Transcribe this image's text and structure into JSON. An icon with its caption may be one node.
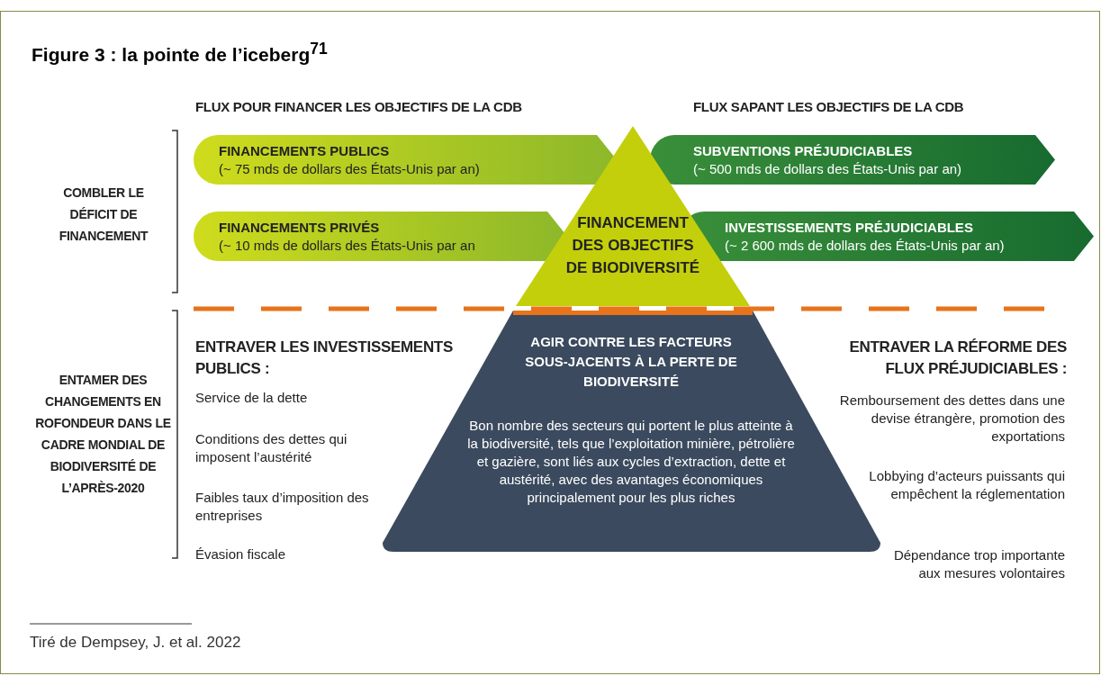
{
  "diagram": {
    "title": "Figure 3 : la pointe de l’iceberg$^{71}$",
    "caption": "Tiré de Dempsey, J. et al. 2022",
    "nodes": [
      {
        "text": [
          "FINANCEMENTS PUBLICS",
          "(~ 75 mds de dollars des États-Unis par an)"
        ]
      },
      {
        "text": [
          "FINANCEMENTS PRIVÉS",
          "(~ 10 mds de dollars des États-Unis par an"
        ]
      },
      {
        "text": [
          "FINANCEMENT DES OBJECTIFS DE BIODIVERSITÉ"
        ]
      },
      {
        "text": [
          "SUBVENTIONS PRÉJUDICIABLES",
          "(~ 500 mds de dollars des États-Unis par an)"
        ]
      },
      {
        "text": [
          "INVESTISSEMENTS PRÉJUDICIABLES",
          "(~ 2 600 mds de dollars des États-Unis par an)"
        ]
      },
      {
        "text": [
          "AGIR CONTRE LES FACTEURS SOUS-JACENTS À LA PERTE DE BIODIVERSITÉ",
          "Bon nombre des secteurs qui portent le plus atteinte à la biodiversité, tels que l’exploitation minière, pétrolière et gazière, sont liés aux cycles d’extraction, dette et austérité, avec des avantages économiques principalement pour les plus riches"
        ]
      }
    ],
    "labels": [
      "FLUX POUR FINANCER LES OBJECTIFS DE LA CDB",
      "FLUX SAPANT LES OBJECTIFS DE LA CDB",
      "COMBLER LE DÉFICIT DE FINANCEMENT",
      "ENTAMER DES CHANGEMENTS EN ROFONDEUR DANS LE CADRE MONDIAL DE BIODIVERSITÉ DE L’APRÈS-2020",
      "ENTRAVER LES INVESTISSEMENTS PUBLICS :",
      "ENTRAVER LA RÉFORME DES FLUX PRÉJUDICIABLES :",
      "Service de la dette",
      "Remboursement des dettes dans une devise étrangère, promotion des exportations",
      "Conditions des dettes qui imposent l’austérité",
      "Lobbying d’acteurs puissants qui empêchent la réglementation",
      "Faibles taux d’imposition des entreprises",
      "Dépendance trop importante aux mesures volontaires",
      "Évasion fiscale"
    ]
  }
}
